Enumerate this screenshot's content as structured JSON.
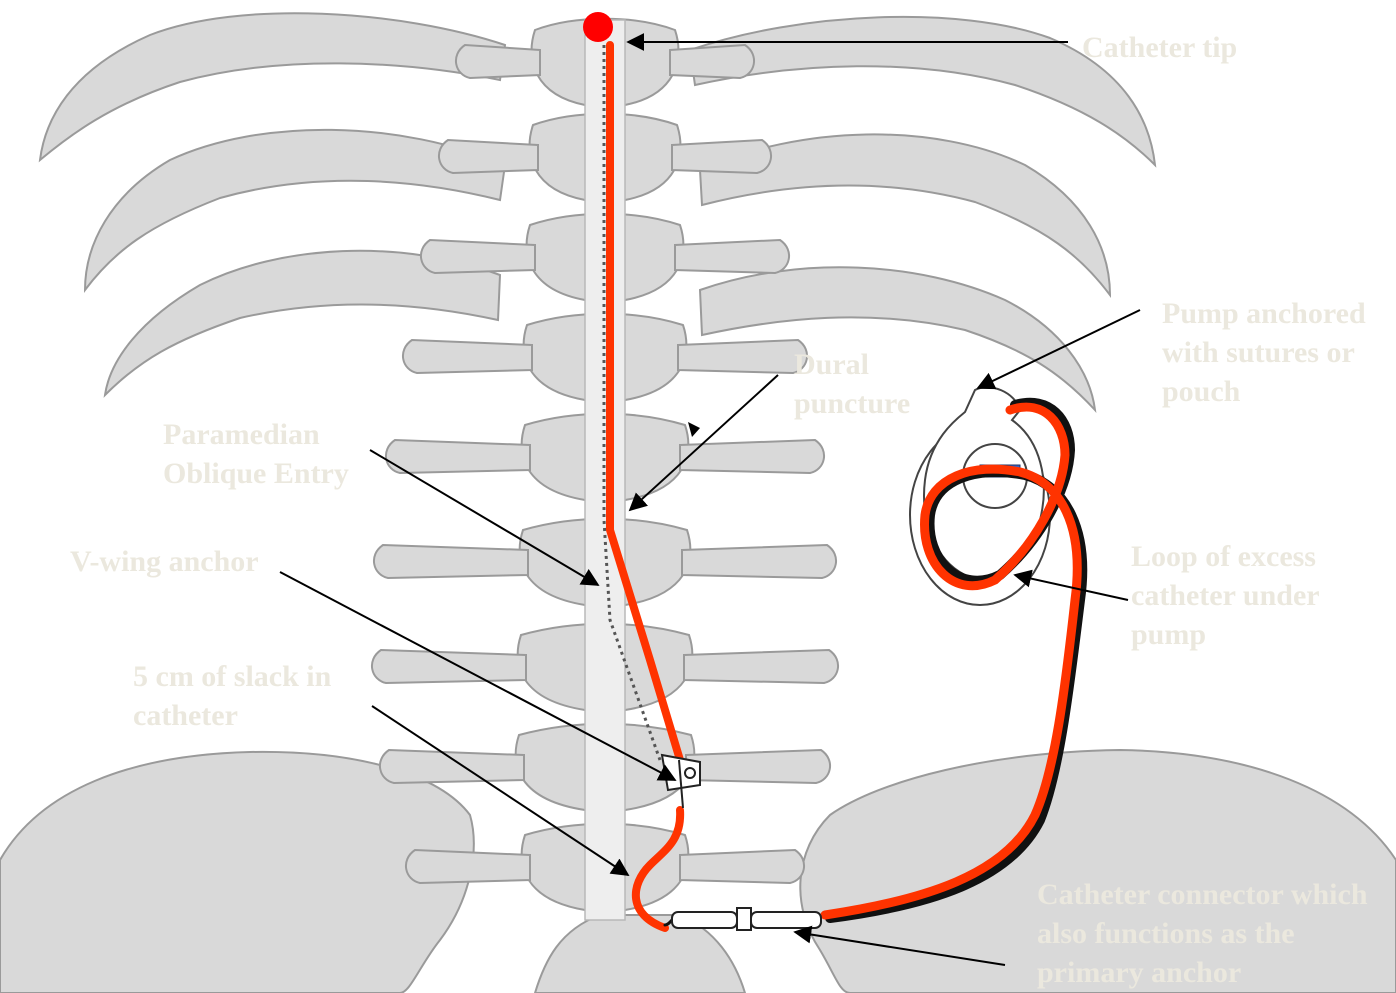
{
  "labels": {
    "catheter_tip": [
      "Catheter tip"
    ],
    "pump_anchored": [
      "Pump anchored",
      "with sutures or",
      "pouch"
    ],
    "dural_puncture": [
      "Dural",
      "puncture"
    ],
    "paramedian_entry": [
      "Paramedian",
      "Oblique Entry"
    ],
    "v_wing_anchor": [
      "V-wing anchor"
    ],
    "slack": [
      "5 cm of slack in",
      "catheter"
    ],
    "loop_excess": [
      "Loop of excess",
      "catheter under",
      "pump"
    ],
    "connector": [
      "Catheter connector which",
      "also functions as the",
      "primary anchor"
    ]
  },
  "colors": {
    "bone_fill": "#d9d9d9",
    "bone_stroke": "#9a9a9a",
    "catheter": "#ff3300",
    "catheter_tip": "#ff0000",
    "label_text": "#ebe8de",
    "pump_window": "#3366cc"
  }
}
